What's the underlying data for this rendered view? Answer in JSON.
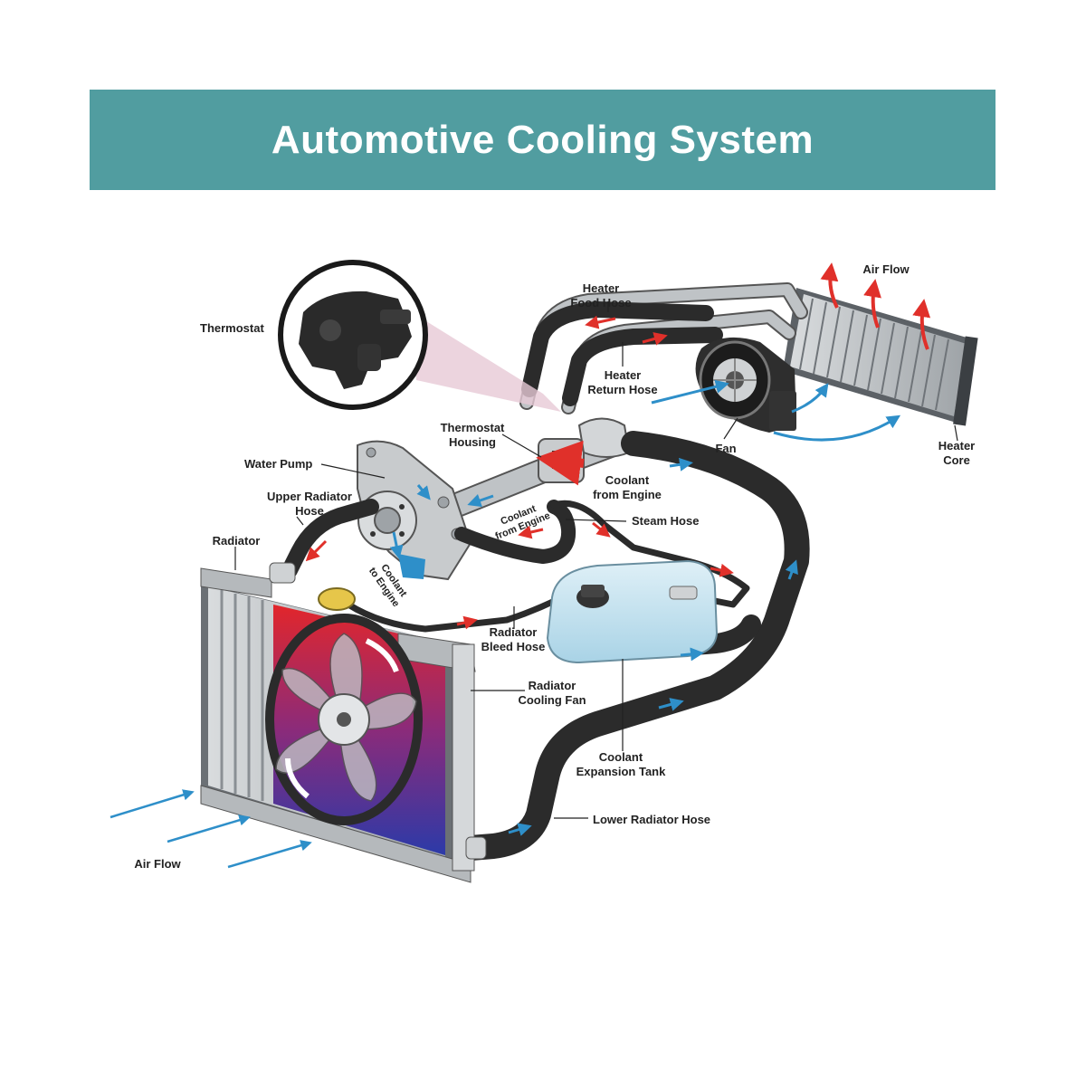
{
  "title": "Automotive Cooling System",
  "colors": {
    "banner": "#519da0",
    "hose": "#2b2b2b",
    "coolant_hot": "#e0302a",
    "coolant_cold": "#2e8fc9",
    "tank_fluid": "#bfe0ee"
  },
  "labels": {
    "thermostat": "Thermostat",
    "heater_food_hose_1": "Heater",
    "heater_food_hose_2": "Food Hose",
    "air_flow_top": "Air Flow",
    "heater_return_hose_1": "Heater",
    "heater_return_hose_2": "Return Hose",
    "thermostat_housing_1": "Thermostat",
    "thermostat_housing_2": "Housing",
    "fan": "Fan",
    "heater_core_1": "Heater",
    "heater_core_2": "Core",
    "water_pump": "Water Pump",
    "coolant_from_engine_1": "Coolant",
    "coolant_from_engine_2": "from Engine",
    "upper_radiator_hose_1": "Upper Radiator",
    "upper_radiator_hose_2": "Hose",
    "coolant_from_engine_small_1": "Coolant",
    "coolant_from_engine_small_2": "from Engine",
    "steam_hose": "Steam Hose",
    "radiator": "Radiator",
    "coolant_to_engine_1": "Coolant",
    "coolant_to_engine_2": "to Engine",
    "radiator_bleed_hose_1": "Radiator",
    "radiator_bleed_hose_2": "Bleed Hose",
    "radiator_cooling_fan_1": "Radiator",
    "radiator_cooling_fan_2": "Cooling Fan",
    "coolant_expansion_tank_1": "Coolant",
    "coolant_expansion_tank_2": "Expansion Tank",
    "lower_radiator_hose": "Lower Radiator Hose",
    "air_flow_bottom": "Air Flow"
  }
}
